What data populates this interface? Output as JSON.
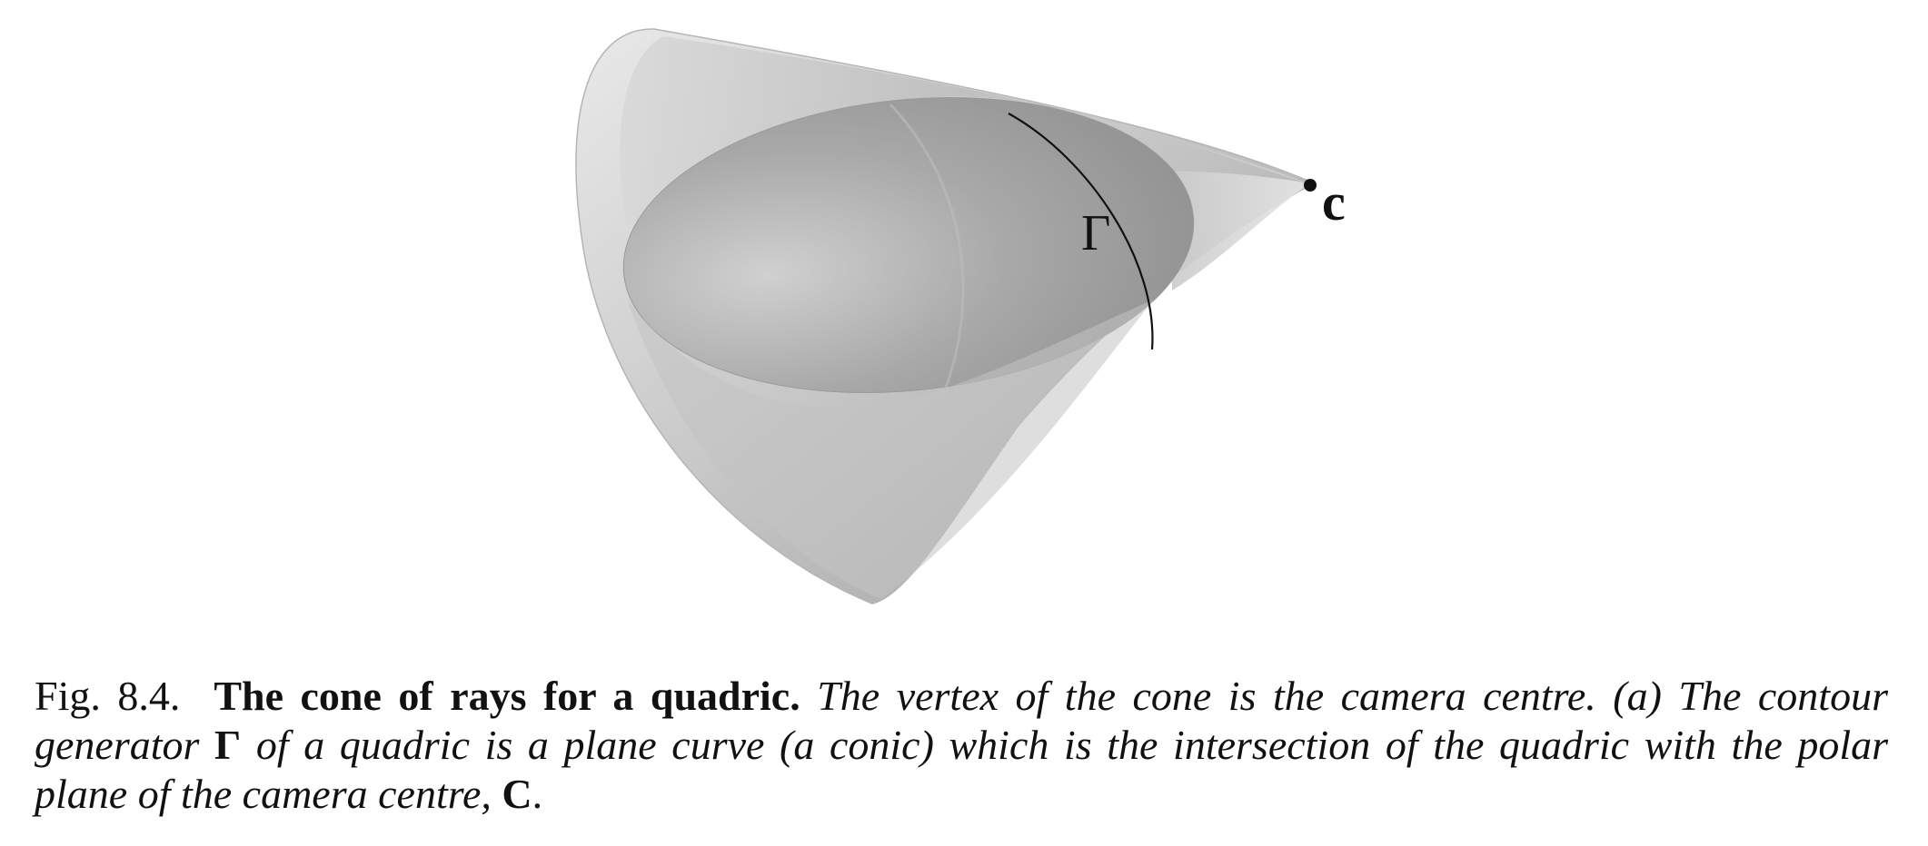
{
  "figure": {
    "curve_label": "Γ",
    "vertex_label": "c"
  },
  "caption": {
    "fig_number": "Fig. 8.4.",
    "title": "The cone of rays for a quadric.",
    "text_1": "The vertex of the cone is the camera centre.",
    "text_2": "(a)",
    "text_3": "The contour generator",
    "symbol_gamma": "Γ",
    "text_4": "of a quadric is a plane curve (a conic) which is the intersection of the quadric with the polar plane of the camera centre,",
    "symbol_c": "C",
    "text_5": "."
  }
}
